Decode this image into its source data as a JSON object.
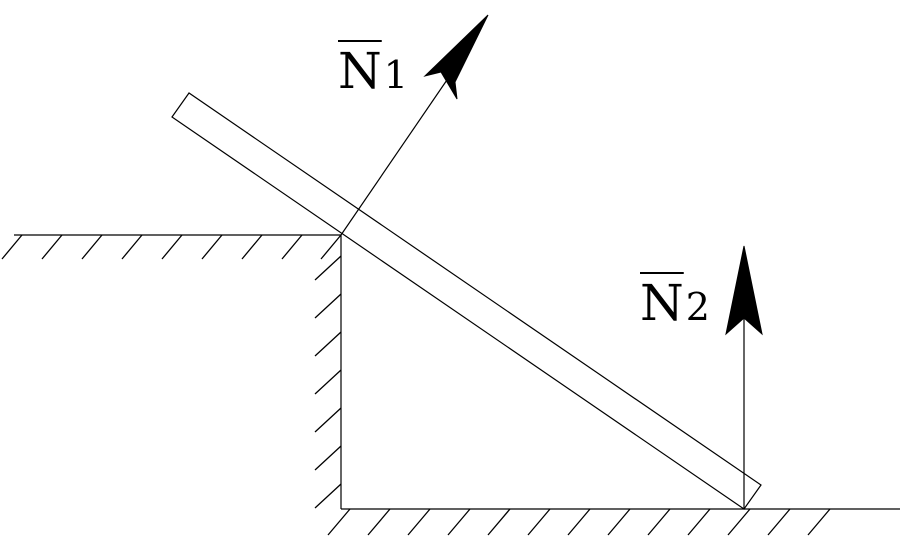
{
  "forces": {
    "n1": {
      "letter": "N",
      "index": "1"
    },
    "n2": {
      "letter": "N",
      "index": "2"
    }
  }
}
